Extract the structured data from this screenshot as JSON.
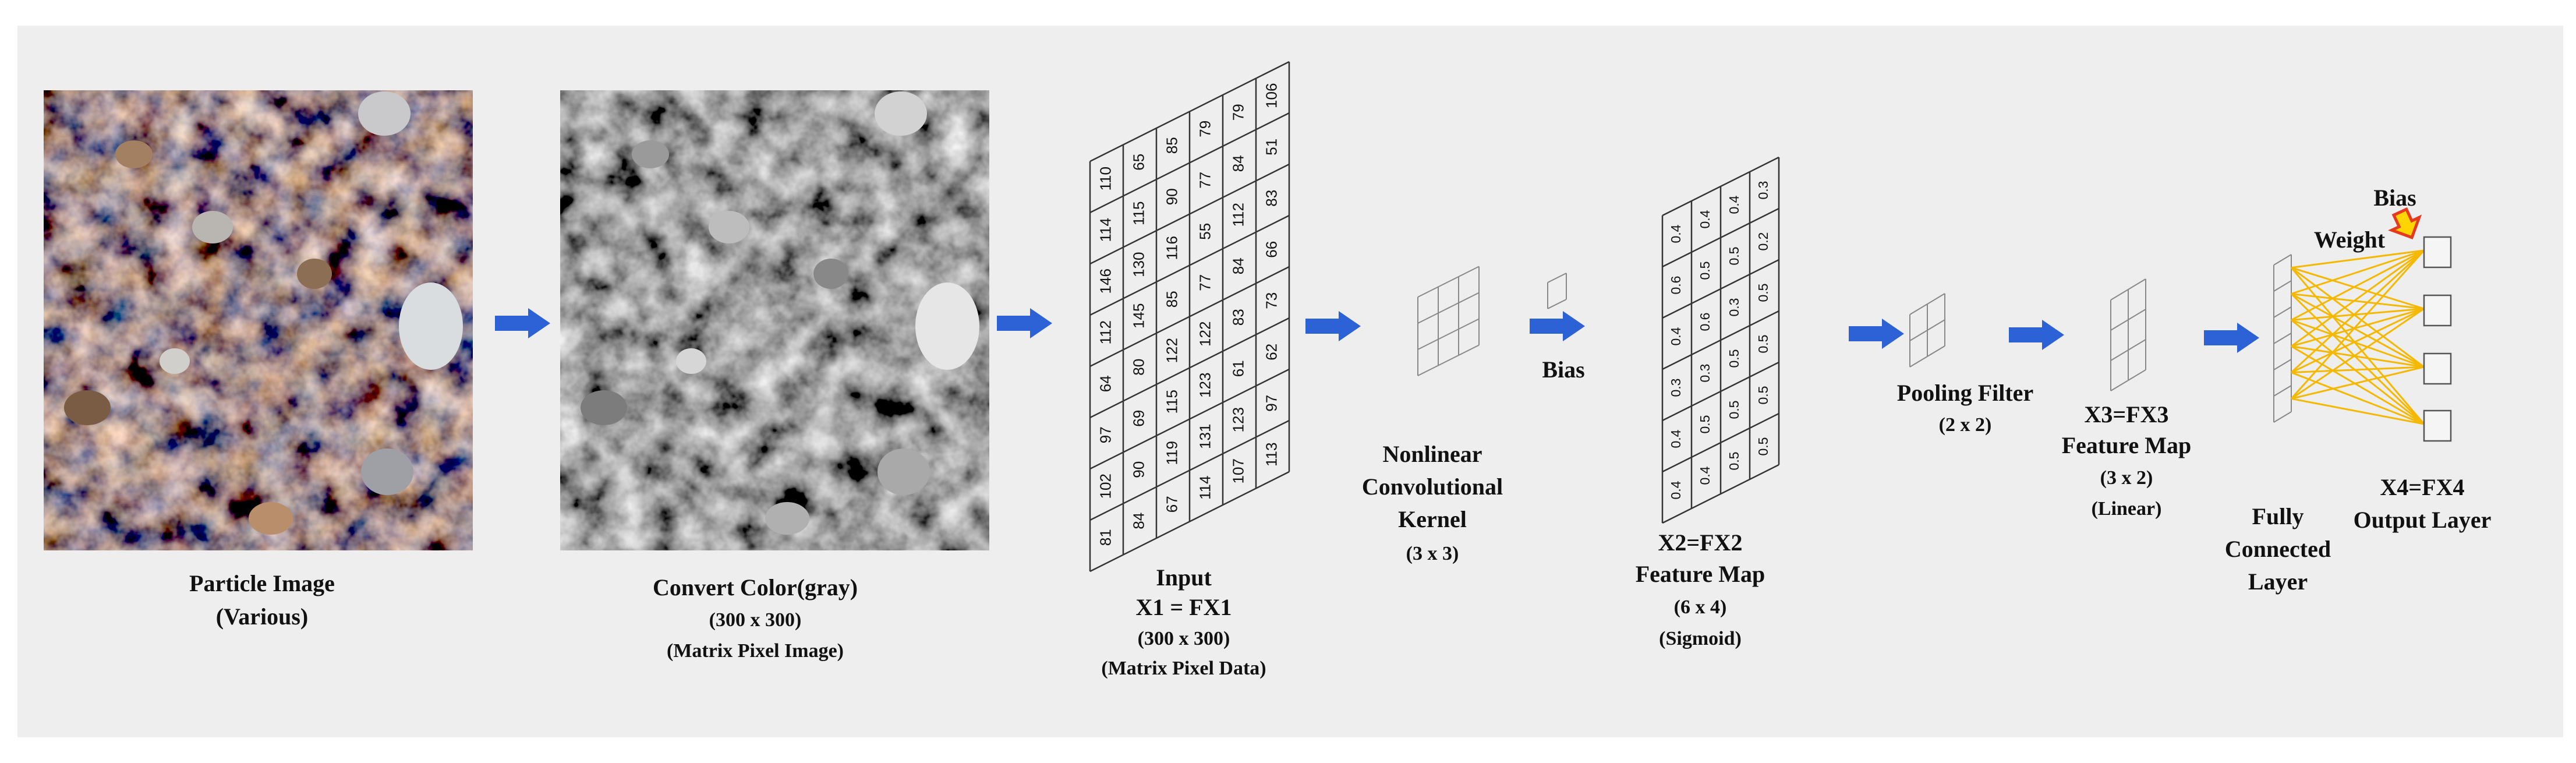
{
  "captions": {
    "particle_image": [
      "Particle Image",
      "(Various)"
    ],
    "gray_image": [
      "Convert Color(gray)",
      "(300 x 300)",
      "(Matrix Pixel Image)"
    ],
    "input": [
      "Input",
      "X1 = FX1",
      "(300 x 300)",
      "(Matrix Pixel Data)"
    ],
    "kernel": [
      "Nonlinear",
      "Convolutional",
      "Kernel",
      "(3 x 3)"
    ],
    "bias_label": "Bias",
    "x2": [
      "X2=FX2",
      "Feature Map",
      "(6 x 4)",
      "(Sigmoid)"
    ],
    "pooling": [
      "Pooling Filter",
      "(2 x 2)"
    ],
    "x3": [
      "X3=FX3",
      "Feature Map",
      "(3 x 2)",
      "(Linear)"
    ],
    "fully_connected": [
      "Fully",
      "Connected",
      "Layer"
    ],
    "x4": [
      "X4=FX4",
      "Output Layer"
    ],
    "weight_label": "Weight",
    "output_bias_label": "Bias"
  },
  "input_matrix": [
    [
      "110",
      "65",
      "85",
      "79",
      "79",
      "106"
    ],
    [
      "114",
      "115",
      "90",
      "77",
      "84",
      "51"
    ],
    [
      "146",
      "130",
      "116",
      "55",
      "112",
      "83"
    ],
    [
      "112",
      "145",
      "85",
      "77",
      "84",
      "66"
    ],
    [
      "64",
      "80",
      "122",
      "122",
      "83",
      "73"
    ],
    [
      "97",
      "69",
      "115",
      "123",
      "61",
      "62"
    ],
    [
      "102",
      "90",
      "119",
      "131",
      "123",
      "97"
    ],
    [
      "81",
      "84",
      "67",
      "114",
      "107",
      "113"
    ]
  ],
  "feature_map": [
    [
      "0.4",
      "0.4",
      "0.4",
      "0.3"
    ],
    [
      "0.6",
      "0.5",
      "0.5",
      "0.2"
    ],
    [
      "0.4",
      "0.6",
      "0.3",
      "0.5"
    ],
    [
      "0.3",
      "0.3",
      "0.5",
      "0.5"
    ],
    [
      "0.4",
      "0.5",
      "0.5",
      "0.5"
    ],
    [
      "0.4",
      "0.4",
      "0.5",
      "0.5"
    ]
  ],
  "colors": {
    "arrow": "#2d62d6",
    "fc_lines": "#f5b800",
    "bias_arrow": "#e53a1e",
    "grid": "#333333",
    "small_grid": "#888888"
  },
  "icons": {
    "arrow": "right-arrow-icon",
    "bias_arrow": "down-arrow-icon"
  }
}
